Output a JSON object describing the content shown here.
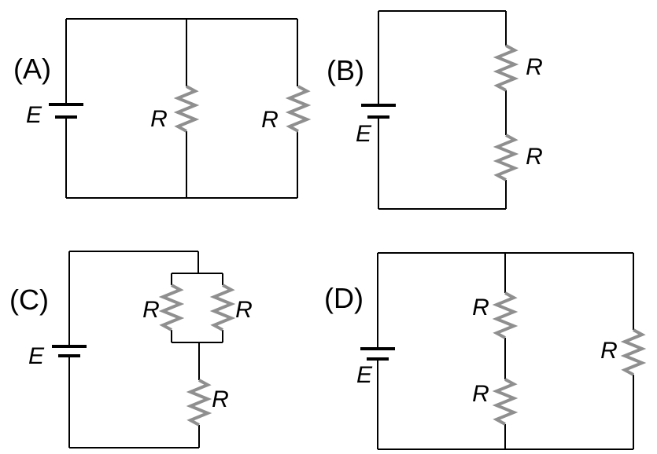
{
  "figure": {
    "background_color": "#ffffff",
    "wire_color": "#000000",
    "resistor_color": "#8f8f8f",
    "text_color": "#000000"
  },
  "circuits": {
    "a": {
      "label": "(A)",
      "emf_label": "E",
      "resistor_labels": [
        "R",
        "R"
      ]
    },
    "b": {
      "label": "(B)",
      "emf_label": "E",
      "resistor_labels": [
        "R",
        "R"
      ]
    },
    "c": {
      "label": "(C)",
      "emf_label": "E",
      "resistor_labels": [
        "R",
        "R",
        "R"
      ]
    },
    "d": {
      "label": "(D)",
      "emf_label": "E",
      "resistor_labels": [
        "R",
        "R",
        "R"
      ]
    }
  }
}
